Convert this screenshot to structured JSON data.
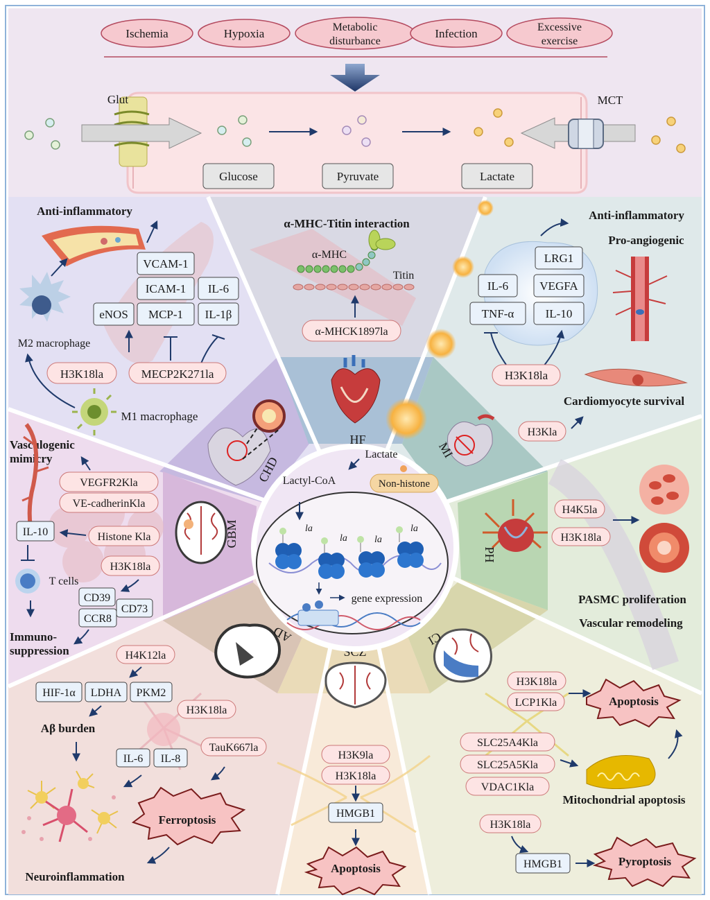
{
  "top": {
    "triggers": [
      "Ischemia",
      "Hypoxia",
      "Metabolic disturbance",
      "Infection",
      "Excessive exercise"
    ],
    "glut_label": "Glut",
    "mct_label": "MCT",
    "metabolites": [
      "Glucose",
      "Pyruvate",
      "Lactate"
    ]
  },
  "center": {
    "lactate": "Lactate",
    "lactyl_coa": "Lactyl-CoA",
    "non_histone": "Non-histone",
    "la_mark": "la",
    "gene_expression": "gene expression"
  },
  "diseases": {
    "chd": "CHD",
    "hf": "HF",
    "mi": "MI",
    "ph": "PH",
    "ci": "CI",
    "scz": "SCZ",
    "ad": "AD",
    "gbm": "GBM"
  },
  "chd_panel": {
    "outcome": "Anti-inflammatory",
    "m2": "M2 macrophage",
    "m1": "M1 macrophage",
    "vcam": "VCAM-1",
    "icam": "ICAM-1",
    "il6": "IL-6",
    "enos": "eNOS",
    "mcp": "MCP-1",
    "il1b": "IL-1β",
    "h3k18la": "H3K18la",
    "mecp2": "MECP2K271la"
  },
  "hf_panel": {
    "title": "α-MHC-Titin interaction",
    "amhc": "α-MHC",
    "titin": "Titin",
    "mark": "α-MHCK1897la"
  },
  "mi_panel": {
    "anti": "Anti-inflammatory",
    "pro": "Pro-angiogenic",
    "lrg1": "LRG1",
    "il6": "IL-6",
    "vegfa": "VEGFA",
    "tnfa": "TNF-α",
    "il10": "IL-10",
    "h3k18la": "H3K18la",
    "h3kla": "H3Kla",
    "survival": "Cardiomyocyte survival"
  },
  "gbm_panel": {
    "vm": "Vasculogenic mimicry",
    "vegfr2": "VEGFR2Kla",
    "vecad": "VE-cadherinKla",
    "il10": "IL-10",
    "histone": "Histone Kla",
    "h3k18la": "H3K18la",
    "tcells": "T cells",
    "cd39": "CD39",
    "cd73": "CD73",
    "ccr8": "CCR8",
    "immuno": "Immuno-suppression"
  },
  "ph_panel": {
    "h4k5la": "H4K5la",
    "h3k18la": "H3K18la",
    "prolif": "PASMC proliferation",
    "remodel": "Vascular remodeling"
  },
  "ad_panel": {
    "h4k12la": "H4K12la",
    "hif": "HIF-1α",
    "ldha": "LDHA",
    "pkm2": "PKM2",
    "h3k18la": "H3K18la",
    "abeta": "Aβ burden",
    "il6": "IL-6",
    "il8": "IL-8",
    "tau": "TauK667la",
    "ferro": "Ferroptosis",
    "neuro": "Neuroinflammation"
  },
  "scz_panel": {
    "h3k9la": "H3K9la",
    "h3k18la": "H3K18la",
    "hmgb1": "HMGB1",
    "apoptosis": "Apoptosis"
  },
  "ci_panel": {
    "h3k18la": "H3K18la",
    "lcp1": "LCP1Kla",
    "apoptosis": "Apoptosis",
    "slc4": "SLC25A4Kla",
    "slc5": "SLC25A5Kla",
    "vdac": "VDAC1Kla",
    "mito": "Mitochondrial apoptosis",
    "h3k18la2": "H3K18la",
    "hmgb1": "HMGB1",
    "pyro": "Pyroptosis"
  },
  "colors": {
    "ellipse": "#f6c9cf",
    "ellipse_stroke": "#b44a5f",
    "cell": "#fbe4e6",
    "box": "#e6e6e6",
    "pink_box": "#fde4e4",
    "blue_box": "#eaf2fb",
    "center_fill": "#f0e6f4"
  }
}
